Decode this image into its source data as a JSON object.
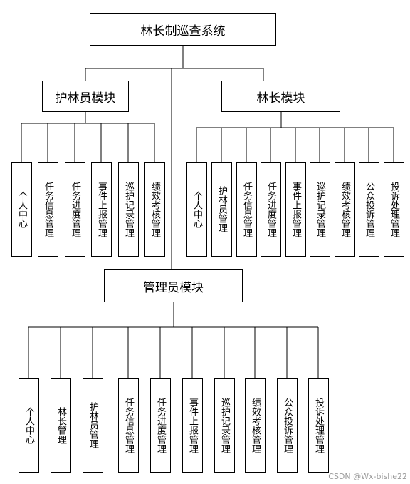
{
  "title": "林长制巡查系统",
  "modules": {
    "ranger": {
      "label": "护林员模块",
      "items": [
        "个人中心",
        "任务信息管理",
        "任务进度管理",
        "事件上报管理",
        "巡护记录管理",
        "绩效考核管理"
      ]
    },
    "chief": {
      "label": "林长模块",
      "items": [
        "个人中心",
        "护林员管理",
        "任务信息管理",
        "任务进度管理",
        "事件上报管理",
        "巡护记录管理",
        "绩效考核管理",
        "公众投诉管理",
        "投诉处理管理"
      ]
    },
    "admin": {
      "label": "管理员模块",
      "items": [
        "个人中心",
        "林长管理",
        "护林员管理",
        "任务信息管理",
        "任务进度管理",
        "事件上报管理",
        "巡护记录管理",
        "绩效考核管理",
        "公众投诉管理",
        "投诉处理管理"
      ]
    }
  },
  "watermark": "CSDN @Wx-bishe22"
}
